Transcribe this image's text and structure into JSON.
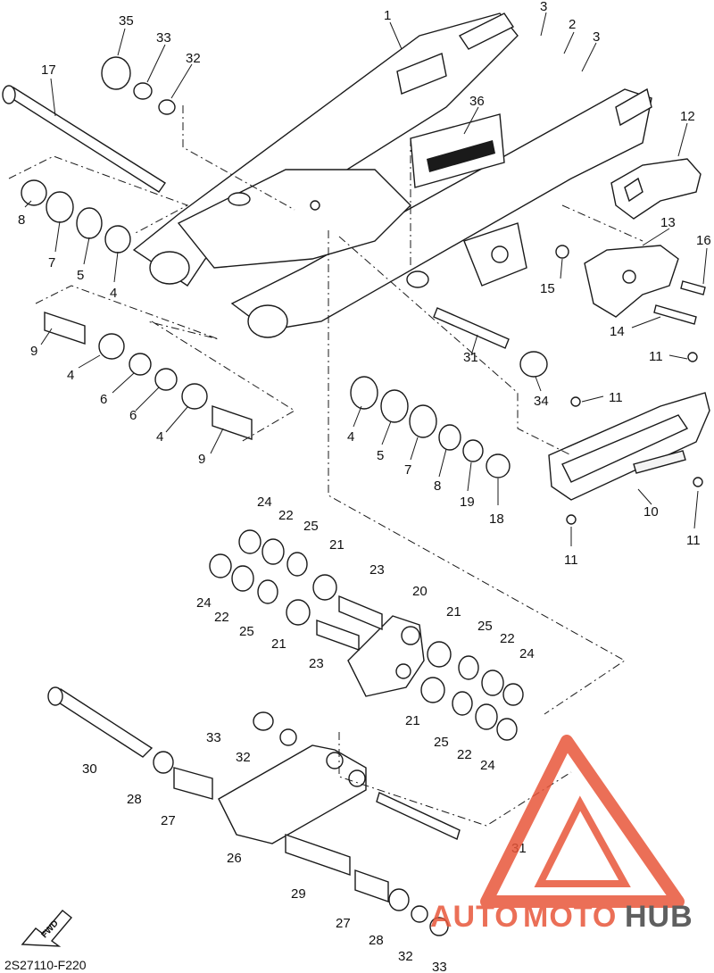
{
  "diagram": {
    "drawing_code": "2S27110-F220",
    "fwd_label": "FWD",
    "watermark": {
      "word_auto": "AUTO",
      "word_moto": "MOTO",
      "word_hub": "HUB",
      "color_primary": "#e8563a",
      "color_secondary": "#444444"
    },
    "callouts": [
      "1",
      "2",
      "3",
      "3",
      "4",
      "4",
      "4",
      "4",
      "5",
      "5",
      "6",
      "6",
      "7",
      "7",
      "8",
      "8",
      "9",
      "9",
      "10",
      "11",
      "11",
      "11",
      "11",
      "12",
      "13",
      "14",
      "15",
      "16",
      "17",
      "18",
      "19",
      "20",
      "21",
      "21",
      "21",
      "21",
      "22",
      "22",
      "22",
      "22",
      "23",
      "23",
      "24",
      "24",
      "24",
      "24",
      "25",
      "25",
      "25",
      "25",
      "26",
      "27",
      "27",
      "28",
      "28",
      "29",
      "30",
      "31",
      "31",
      "32",
      "32",
      "32",
      "33",
      "33",
      "33",
      "34",
      "35",
      "36"
    ]
  }
}
